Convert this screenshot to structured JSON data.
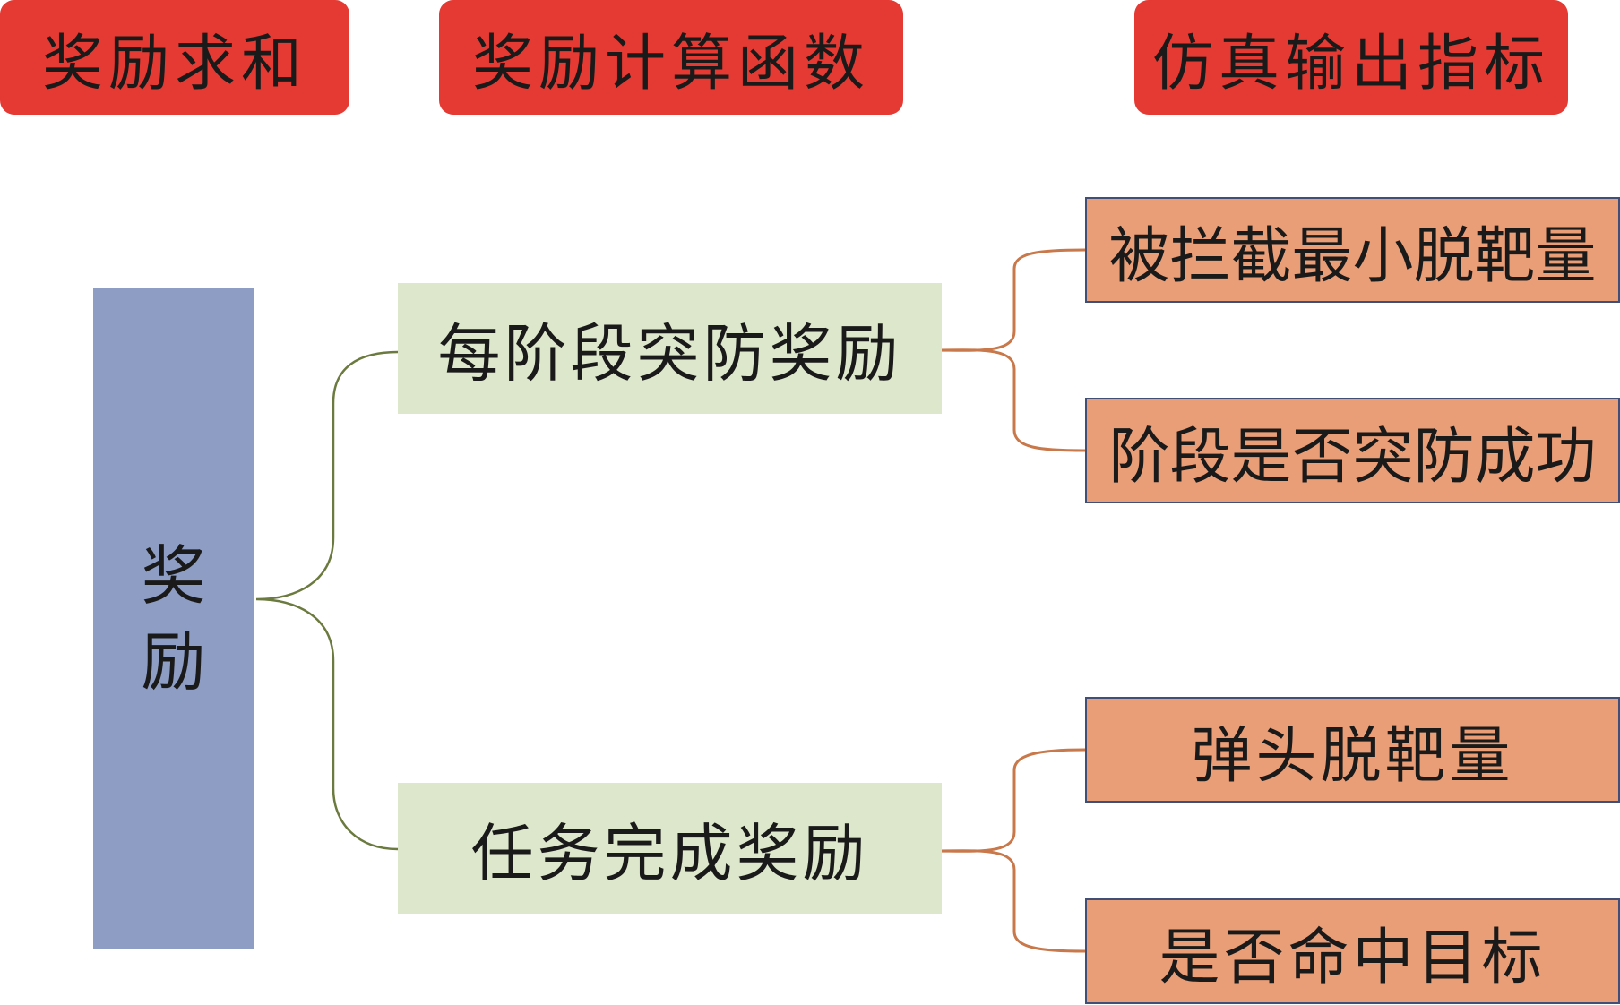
{
  "headers": {
    "reward_sum": "奖励求和",
    "reward_function": "奖励计算函数",
    "sim_output": "仿真输出指标"
  },
  "root": {
    "chars": [
      "奖",
      "励"
    ]
  },
  "rewards": {
    "stage": "每阶段突防奖励",
    "task": "任务完成奖励"
  },
  "indicators": {
    "min_miss_intercepted": "被拦截最小脱靶量",
    "stage_success": "阶段是否突防成功",
    "warhead_miss": "弹头脱靶量",
    "hit_target": "是否命中目标"
  },
  "colors": {
    "header_fill": "#e53a33",
    "root_fill": "#8e9dc4",
    "mid_fill": "#dde7cc",
    "leaf_fill": "#e99e78",
    "left_connector": "#6b7a3e",
    "right_connector": "#c8784a"
  }
}
